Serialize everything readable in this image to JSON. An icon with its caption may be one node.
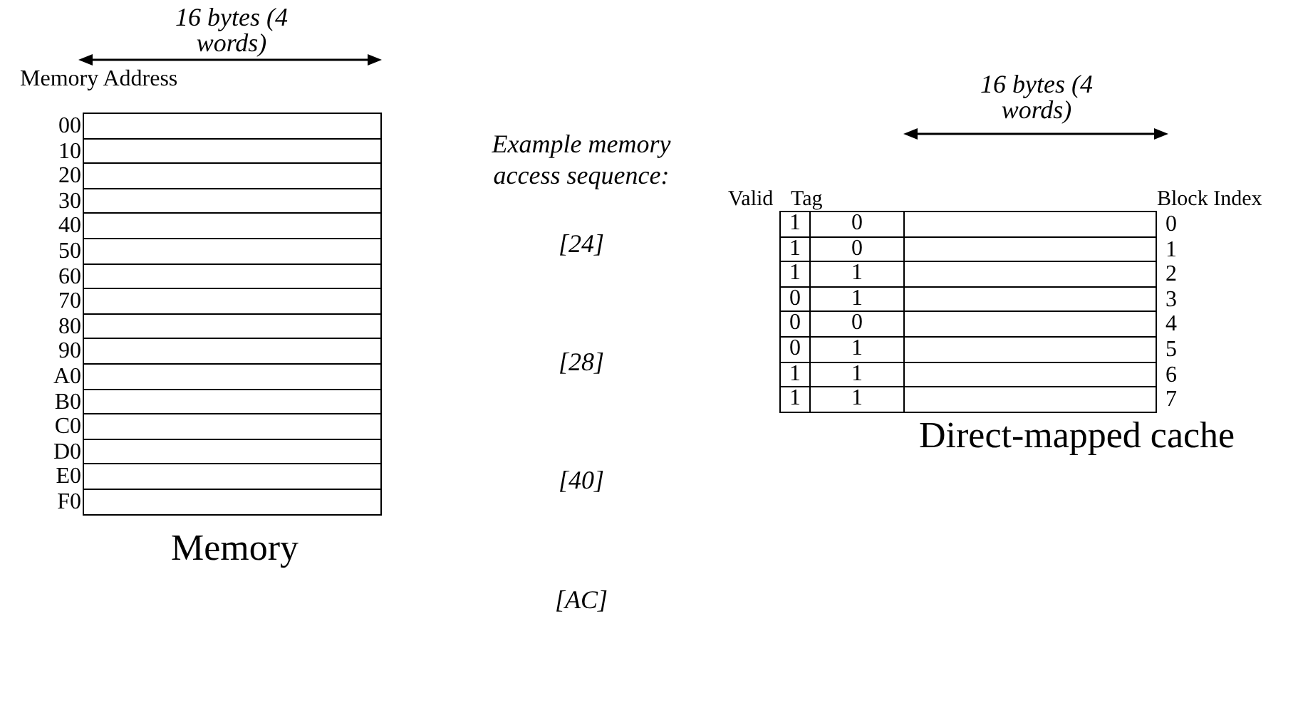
{
  "diagram": {
    "labels": [
      "16 bytes (4 words)",
      "Memory Address",
      "00",
      "10",
      "20",
      "30",
      "40",
      "50",
      "60",
      "70",
      "80",
      "90",
      "A0",
      "B0",
      "C0",
      "D0",
      "E0",
      "F0",
      "Memory",
      "Example memory access sequence:",
      "[24]",
      "[28]",
      "[40]",
      "[AC]",
      "16 bytes (4 words)",
      "Valid",
      "Tag",
      "Block Index",
      "1",
      "0",
      "0",
      "1",
      "0",
      "1",
      "1",
      "1",
      "2",
      "0",
      "1",
      "3",
      "0",
      "0",
      "4",
      "0",
      "1",
      "5",
      "1",
      "1",
      "6",
      "1",
      "1",
      "7",
      "Direct-mapped cache"
    ]
  }
}
